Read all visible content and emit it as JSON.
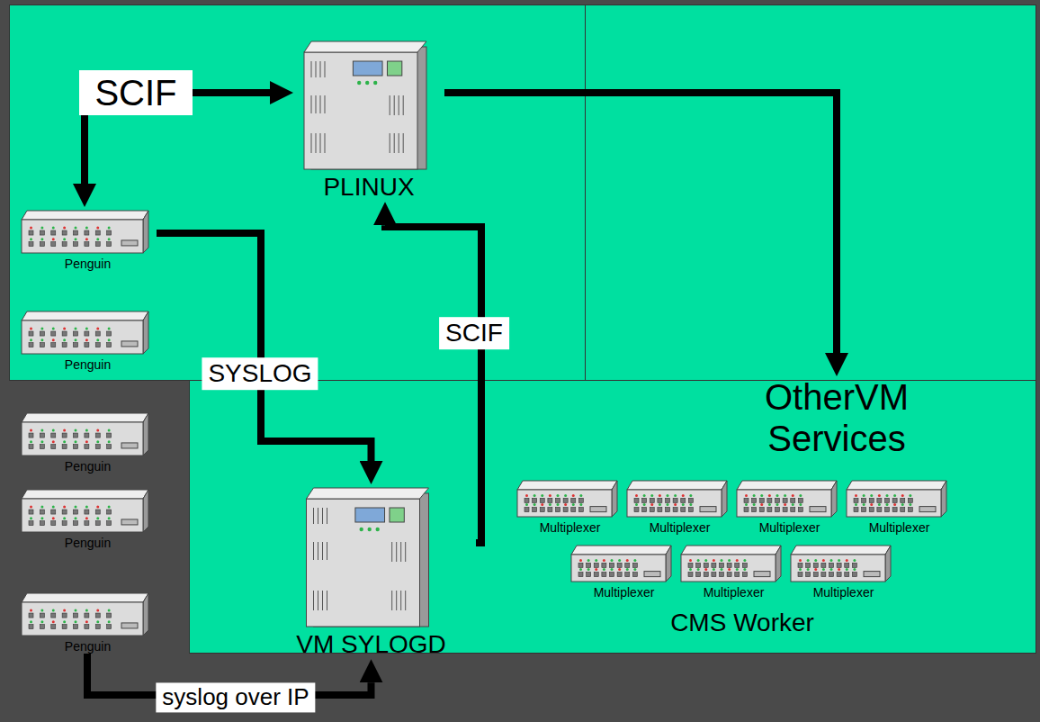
{
  "diagram": {
    "nodes": [
      {
        "text": [
          "SCIF"
        ]
      },
      {
        "text": [
          "PLINUX"
        ]
      },
      {
        "text": [
          "Penguin"
        ]
      },
      {
        "text": [
          "Penguin"
        ]
      },
      {
        "text": [
          "Penguin"
        ]
      },
      {
        "text": [
          "Penguin"
        ]
      },
      {
        "text": [
          "Penguin"
        ]
      },
      {
        "text": [
          "OtherVM Services"
        ]
      },
      {
        "text": [
          "VM SYLOGD"
        ]
      },
      {
        "text": [
          "CMS Worker"
        ]
      },
      {
        "text": [
          "Multiplexer"
        ],
        "in": 9
      },
      {
        "text": [
          "Multiplexer"
        ],
        "in": 9
      },
      {
        "text": [
          "Multiplexer"
        ],
        "in": 9
      },
      {
        "text": [
          "Multiplexer"
        ],
        "in": 9
      },
      {
        "text": [
          "Multiplexer"
        ],
        "in": 9
      },
      {
        "text": [
          "Multiplexer"
        ],
        "in": 9
      },
      {
        "text": [
          "Multiplexer"
        ],
        "in": 9
      }
    ],
    "edges": [
      {
        "from": 0,
        "to": 1,
        "arrow": "to"
      },
      {
        "from": 0,
        "to": 2,
        "arrow": "to"
      },
      {
        "from": 1,
        "to": 7,
        "arrow": "to"
      },
      {
        "from": 2,
        "to": 8,
        "label": "SYSLOG",
        "arrow": "to"
      },
      {
        "from": 8,
        "to": 1,
        "label": "SCIF",
        "arrow": "to"
      },
      {
        "from": 6,
        "to": 8,
        "label": "syslog over IP",
        "arrow": "to"
      }
    ]
  }
}
